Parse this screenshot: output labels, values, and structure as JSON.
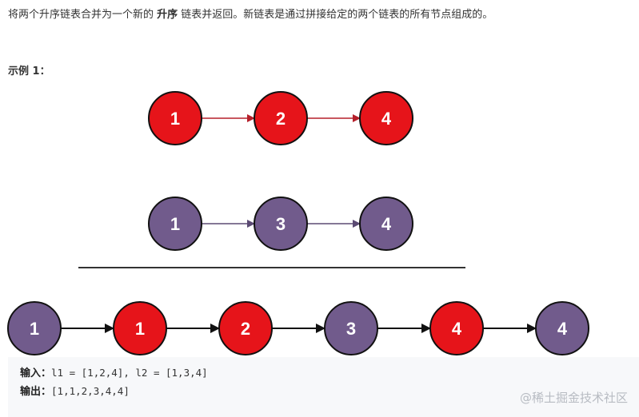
{
  "description": {
    "before": "将两个升序链表合并为一个新的 ",
    "emphasis": "升序",
    "after": " 链表并返回。新链表是通过拼接给定的两个链表的所有节点组成的。"
  },
  "example_title": "示例 1：",
  "colors": {
    "red_node": "#e6141a",
    "purple_node": "#715b8c",
    "red_arrow": "#b51f2a",
    "purple_arrow": "#5b4a73",
    "black_arrow": "#111111",
    "divider": "#333333"
  },
  "lists": {
    "list1": [
      "1",
      "2",
      "4"
    ],
    "list2": [
      "1",
      "3",
      "4"
    ],
    "merged": [
      {
        "value": "1",
        "color": "purple"
      },
      {
        "value": "1",
        "color": "red"
      },
      {
        "value": "2",
        "color": "red"
      },
      {
        "value": "3",
        "color": "purple"
      },
      {
        "value": "4",
        "color": "red"
      },
      {
        "value": "4",
        "color": "purple"
      }
    ]
  },
  "io": {
    "input_label": "输入：",
    "input_value": "l1 = [1,2,4], l2 = [1,3,4]",
    "output_label": "输出：",
    "output_value": "[1,1,2,3,4,4]"
  },
  "watermark": "@稀土掘金技术社区"
}
